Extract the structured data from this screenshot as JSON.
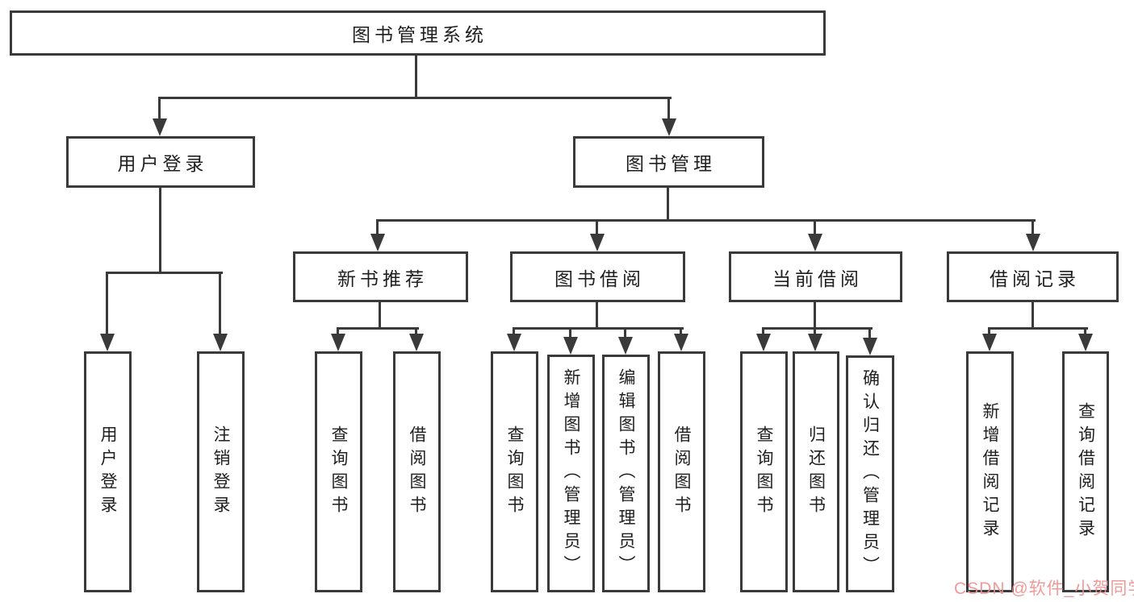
{
  "tree": {
    "root": "图书管理系统",
    "level2": {
      "user": "用户登录",
      "book": "图书管理"
    },
    "level3": {
      "newbook": "新书推荐",
      "borrow": "图书借阅",
      "current": "当前借阅",
      "records": "借阅记录"
    },
    "leaves": {
      "user": [
        "用户登录",
        "注销登录"
      ],
      "newbook": [
        "查询图书",
        "借阅图书"
      ],
      "borrow": [
        "查询图书",
        "新增图书（管理员）",
        "编辑图书（管理员）",
        "借阅图书"
      ],
      "current": [
        "查询图书",
        "归还图书",
        "确认归还（管理员）"
      ],
      "records": [
        "新增借阅记录",
        "查询借阅记录"
      ]
    }
  },
  "watermark": "CSDN @软件_小贺同学",
  "colors": {
    "line": "#3a3a3a",
    "text": "#1f1f1f",
    "watermark": "#ef8f8f",
    "background": "#ffffff"
  }
}
